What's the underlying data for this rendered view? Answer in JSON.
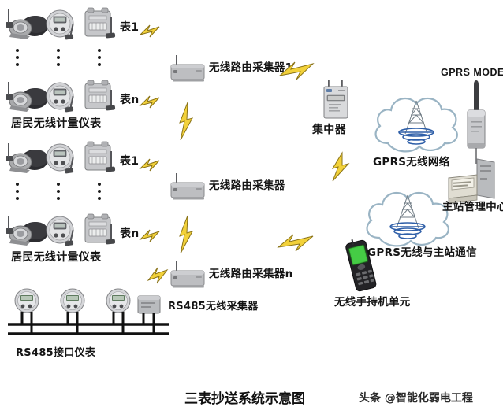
{
  "diagram": {
    "title": "三表抄送系统示意图",
    "watermark": "头条 @智能化弱电工程",
    "background": "#ffffff"
  },
  "colors": {
    "bolt_fill": "#f2d13a",
    "bolt_stroke": "#8a7318",
    "cloud_stroke": "#9ab4c4",
    "cloud_fill": "#ffffff",
    "tower_blue": "#2f5fa8",
    "device_grey": "#b6b7b9",
    "device_dark": "#7d7e80",
    "phone_screen": "#3fc23f",
    "bus_line": "#111111",
    "text": "#151515"
  },
  "meter_groups": [
    {
      "id": "group-1",
      "caption": "居民无线计量仪表",
      "rows": [
        {
          "label": "表1",
          "meters": [
            "water-meter",
            "heat-meter",
            "gas-meter"
          ]
        },
        {
          "label": "表n",
          "meters": [
            "water-meter",
            "heat-meter",
            "gas-meter"
          ]
        }
      ]
    },
    {
      "id": "group-2",
      "caption": "居民无线计量仪表",
      "rows": [
        {
          "label": "表1",
          "meters": [
            "water-meter",
            "heat-meter",
            "gas-meter"
          ]
        },
        {
          "label": "表n",
          "meters": [
            "water-meter",
            "heat-meter",
            "gas-meter"
          ]
        }
      ]
    }
  ],
  "collectors": [
    {
      "id": "collector-1",
      "label": "无线路由采集器1"
    },
    {
      "id": "collector-2",
      "label": "无线路由采集器"
    },
    {
      "id": "collector-n",
      "label": "无线路由采集器n"
    }
  ],
  "rs485": {
    "bus_caption": "RS485接口仪表",
    "collector_label": "RS485无线采集器",
    "meter_count": 3
  },
  "concentrator": {
    "label": "集中器"
  },
  "clouds": [
    {
      "id": "cloud-gprs-network",
      "label": "GPRS无线网络"
    },
    {
      "id": "cloud-gprs-master",
      "label": "GPRS无线与主站通信"
    }
  ],
  "gprs_modem": {
    "label": "GPRS MODEM"
  },
  "master_station": {
    "label": "主站管理中心"
  },
  "handheld": {
    "label": "无线手持机单元"
  }
}
